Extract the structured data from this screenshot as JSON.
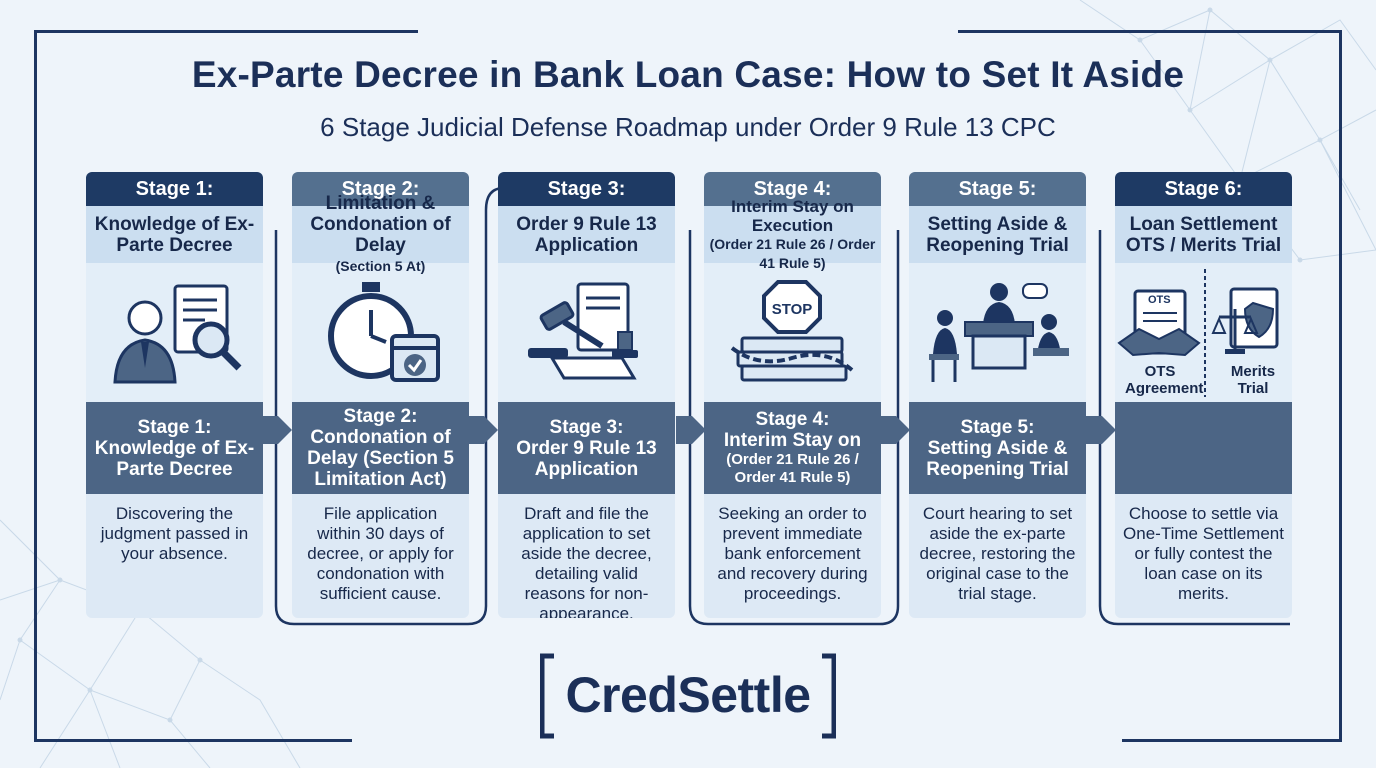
{
  "header": {
    "title": "Ex-Parte Decree in Bank Loan Case: How to Set It Aside",
    "subtitle": "6 Stage Judicial Defense Roadmap under Order 9 Rule 13 CPC"
  },
  "stages": [
    {
      "label": "Stage 1:",
      "title": "Knowledge of Ex-Parte Decree",
      "band_label": "Stage 1:",
      "band_title": "Knowledge of Ex-Parte Decree",
      "description": "Discovering the judgment passed in your absence."
    },
    {
      "label": "Stage 2:",
      "title": "Limitation & Condonation of Delay",
      "title_small": "(Section 5 At)",
      "band_label": "Stage 2:",
      "band_title": "Condonation of Delay (Section 5 Limitation Act)",
      "description": "File application within 30 days of decree, or apply for condonation with sufficient cause."
    },
    {
      "label": "Stage 3:",
      "title": "Order 9 Rule 13 Application",
      "band_label": "Stage 3:",
      "band_title": "Order 9 Rule 13 Application",
      "description": "Draft and file the application to set aside the decree, detailing valid reasons for non-appearance."
    },
    {
      "label": "Stage 4:",
      "title": "Interim Stay on Execution",
      "title_small": "(Order 21 Rule 26 / Order 41 Rule 5)",
      "band_label": "Stage 4:",
      "band_title": "Interim Stay on",
      "band_small": "(Order 21 Rule 26 / Order 41 Rule 5)",
      "description": "Seeking an order to prevent immediate bank enforcement and recovery during proceedings."
    },
    {
      "label": "Stage 5:",
      "title": "Setting Aside & Reopening Trial",
      "band_label": "Stage 5:",
      "band_title": "Setting Aside & Reopening Trial",
      "description": "Court hearing to set aside the ex-parte decree, restoring the original case to the trial stage."
    },
    {
      "label": "Stage 6:",
      "title": "Loan Settlement OTS / Merits Trial",
      "icon_labels": {
        "ots_doc": "OTS",
        "left": "OTS Agreement",
        "right": "Merits Trial"
      },
      "description": "Choose to settle via One-Time Settlement or fully contest the loan case on its merits."
    }
  ],
  "logo": {
    "text": "CredSettle"
  },
  "colors": {
    "navy": "#1d3561",
    "header_dark": "#1e3a64",
    "header_light": "#54708f",
    "band": "#4c6585",
    "card": "#dde9f5",
    "background": "#eef4fa"
  }
}
